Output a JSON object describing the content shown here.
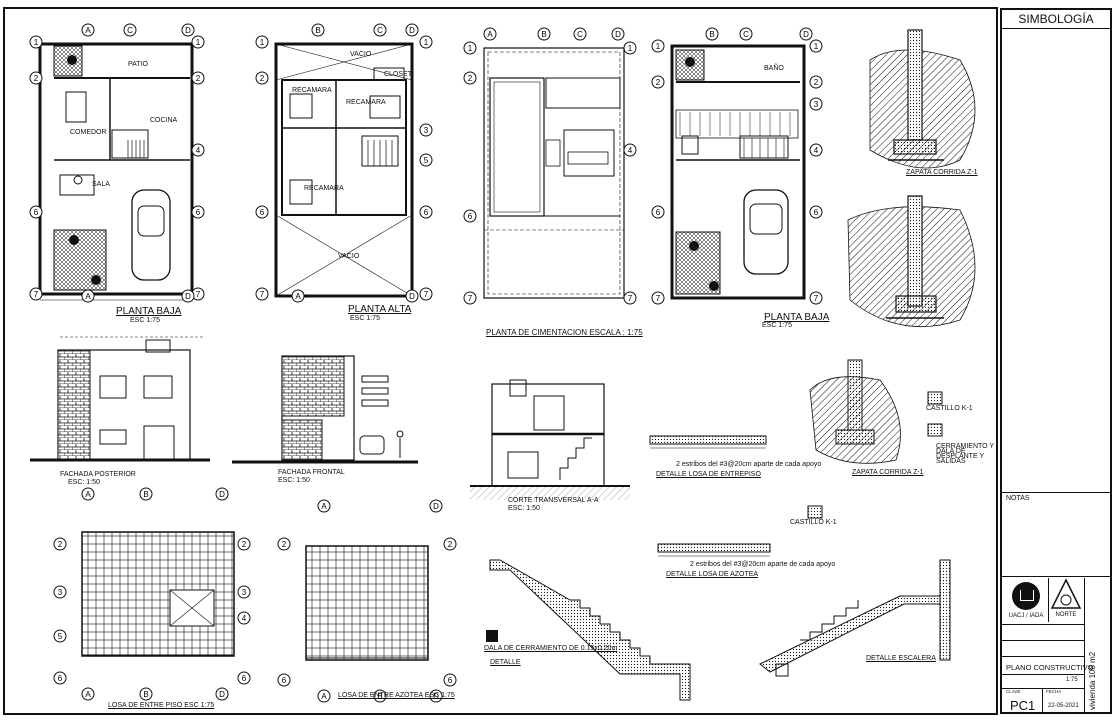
{
  "sheet": {
    "plans": {
      "planta_baja_1": "PLANTA BAJA",
      "planta_alta": "PLANTA ALTA",
      "cimentacion": "PLANTA DE CIMENTACION ESCALA : 1:75",
      "planta_baja_2": "PLANTA BAJA",
      "esc": "ESC 1:75"
    },
    "room_labels": {
      "patio": "PATIO",
      "comedor": "COMEDOR",
      "cocina": "COCINA",
      "sala": "SALA",
      "recamara": "RECAMARA",
      "closet": "CLOSET",
      "vacio": "VACIO",
      "bano": "BAÑO"
    },
    "elevations": {
      "posterior": "FACHADA POSTERIOR",
      "posterior_esc": "ESC: 1:50",
      "frontal": "FACHADA FRONTAL",
      "frontal_esc": "ESC: 1:50",
      "corte": "CORTE TRANSVERSAL A-A",
      "corte_esc": "ESC: 1:50"
    },
    "details": {
      "zapata1": "ZAPATA CORRIDA Z-1",
      "zapata2": "ZAPATA CORRIDA Z-1",
      "detalle_losa_entrepiso": "DETALLE LOSA DE ENTREPISO",
      "detalle_losa_azotea": "DETALLE LOSA DE AZOTEA",
      "castillo": "CASTILLO K-1",
      "cerramiento": "CERRAMIENTO Y DALA DE DESPLANTE Y SALIDAS",
      "detalle_escalera": "DETALLE ESCALERA",
      "detalle": "DETALLE",
      "dala": "DALA DE CERRAMIENTO DE 0.15x0.20m",
      "nota_varilla": "2 estribos del #3@20cm aparte de cada apoyo"
    },
    "losas": {
      "entrepiso": "LOSA DE ENTRE PISO ESC 1:75",
      "azotea": "LOSA DE ENTRE AZOTEA ESC 1:75"
    },
    "axes": {
      "letters": [
        "A",
        "B",
        "C",
        "D"
      ],
      "numbers": [
        "1",
        "2",
        "3",
        "4",
        "5",
        "6",
        "7"
      ]
    }
  },
  "title_block": {
    "simbologia": "SIMBOLOGÍA",
    "notas": "NOTAS",
    "institution": "UACJ / IADA",
    "norte": "NORTE",
    "plan_name": "PLANO CONSTRUCTIVO",
    "scale": "1:75",
    "sheet_id": "PC1",
    "date_label": "FECHA",
    "date": "22-05-2021",
    "clave_label": "CLAVE",
    "project_vertical": "vivienda 108 m2"
  },
  "colors": {
    "ink": "#111111",
    "paper": "#ffffff"
  }
}
